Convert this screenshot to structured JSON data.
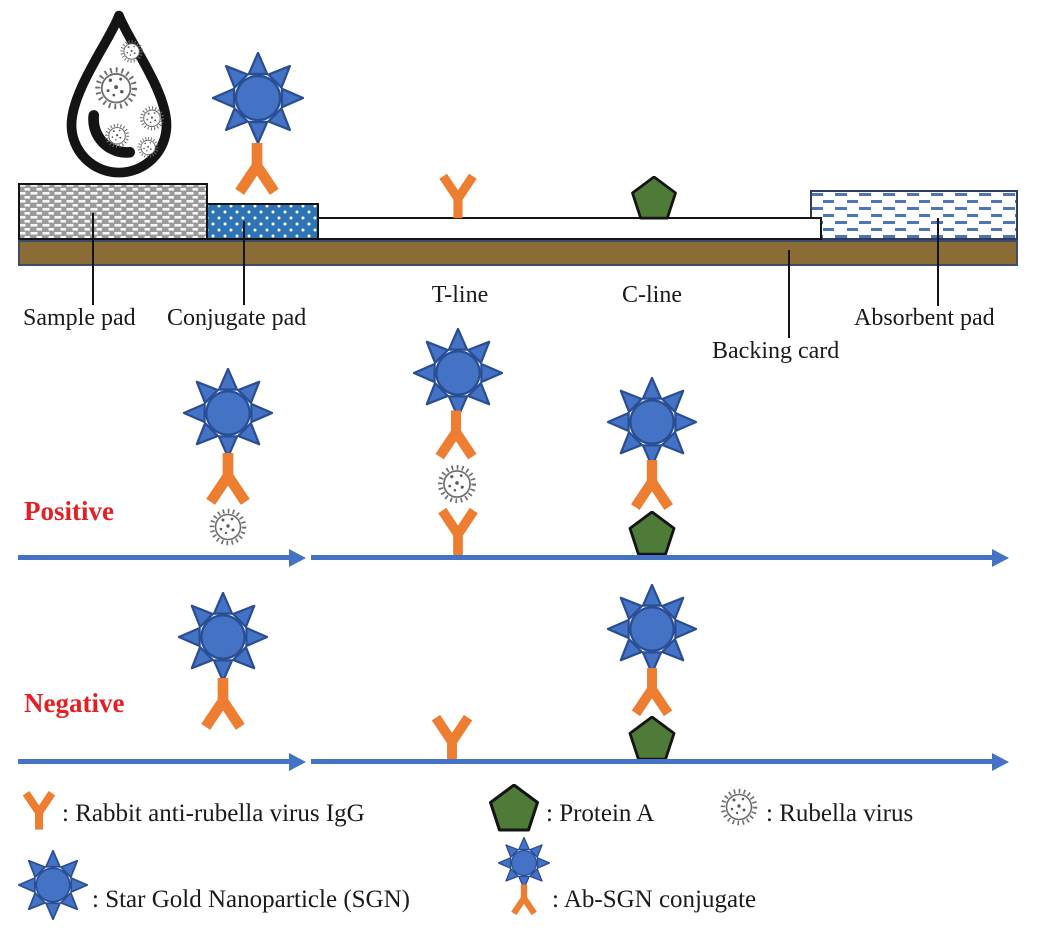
{
  "strip_labels": {
    "sample_pad": "Sample pad",
    "conjugate_pad": "Conjugate pad",
    "t_line": "T-line",
    "c_line": "C-line",
    "backing_card": "Backing card",
    "absorbent_pad": "Absorbent pad"
  },
  "result_rows": {
    "positive": "Positive",
    "negative": "Negative"
  },
  "legend": {
    "antibody": ": Rabbit anti-rubella virus IgG",
    "protein_a": ": Protein A",
    "rubella_virus": ": Rubella virus",
    "sgn": ": Star Gold Nanoparticle (SGN)",
    "ab_sgn": ": Ab-SGN conjugate"
  },
  "colors": {
    "sgn_blue": "#4472C4",
    "sgn_border_blue": "#2A4E94",
    "antibody_orange": "#ED7D31",
    "protein_a_green": "#4E7B37",
    "backing_card_brown": "#8A6C34",
    "conjugate_pad_blue": "#2E74B5",
    "sample_pad_gray": "#9A9A9A",
    "absorbent_dash_blue": "#4F74B8",
    "result_label_red": "#E32125",
    "flow_arrow_blue": "#4472C4",
    "virus_gray": "#6E6E6E"
  }
}
